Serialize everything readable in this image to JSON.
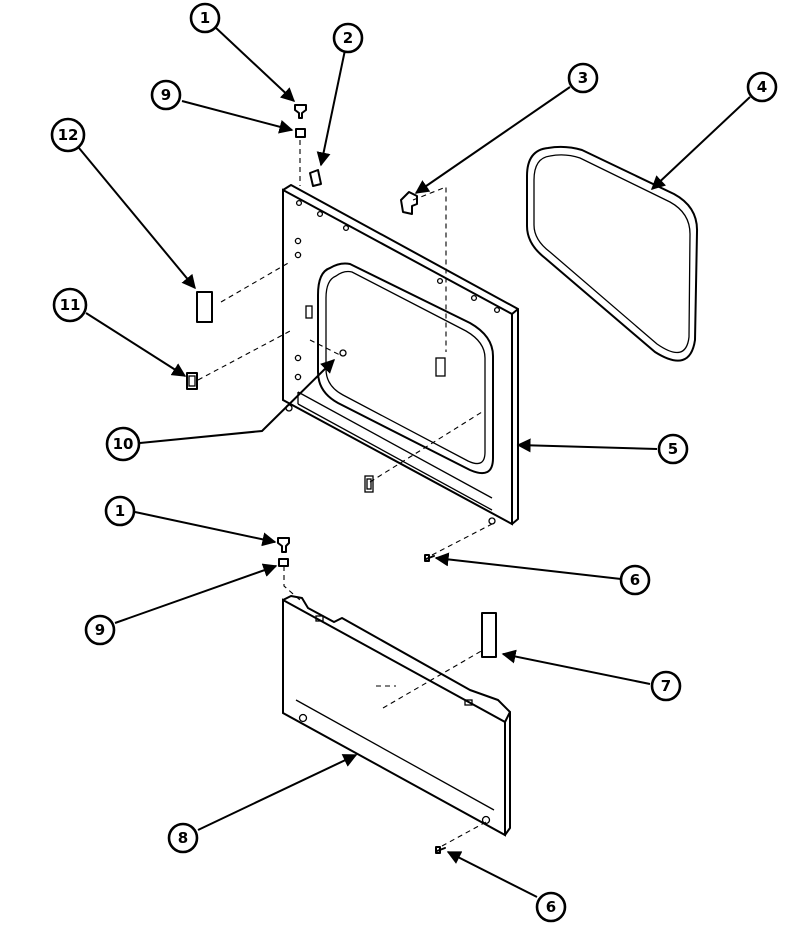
{
  "callouts": [
    {
      "id": "c1-top",
      "label": "1"
    },
    {
      "id": "c2",
      "label": "2"
    },
    {
      "id": "c3",
      "label": "3"
    },
    {
      "id": "c4",
      "label": "4"
    },
    {
      "id": "c9-top",
      "label": "9"
    },
    {
      "id": "c12",
      "label": "12"
    },
    {
      "id": "c11",
      "label": "11"
    },
    {
      "id": "c10",
      "label": "10"
    },
    {
      "id": "c5",
      "label": "5"
    },
    {
      "id": "c1-bottom",
      "label": "1"
    },
    {
      "id": "c6-top",
      "label": "6"
    },
    {
      "id": "c9-bottom",
      "label": "9"
    },
    {
      "id": "c7",
      "label": "7"
    },
    {
      "id": "c8",
      "label": "8"
    },
    {
      "id": "c6-bottom",
      "label": "6"
    }
  ]
}
